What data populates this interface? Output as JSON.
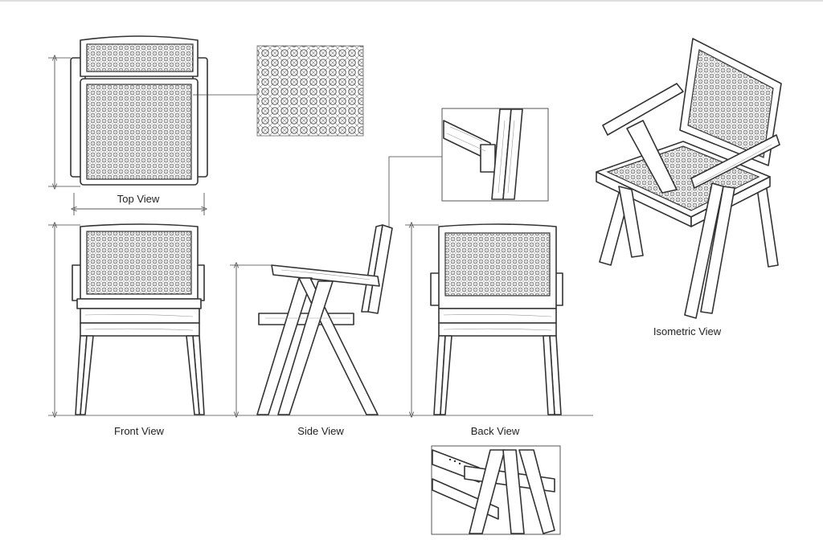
{
  "views": {
    "top": "Top View",
    "front": "Front View",
    "side": "Side View",
    "back": "Back View",
    "isometric": "Isometric View"
  }
}
